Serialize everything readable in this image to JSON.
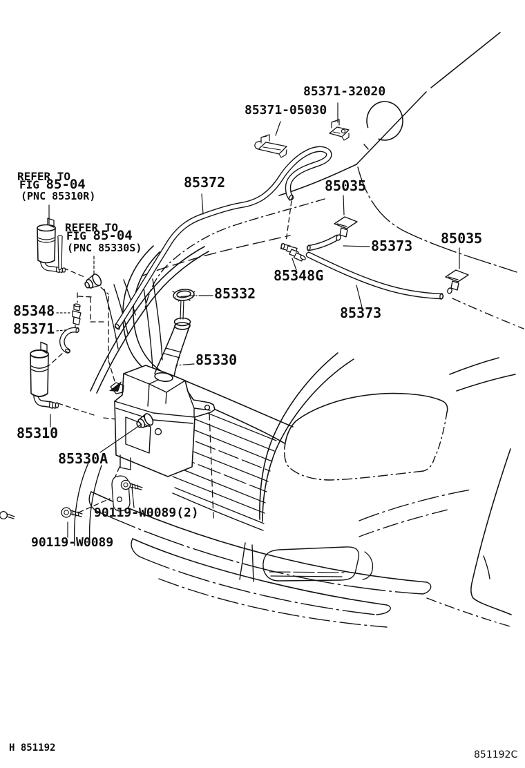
{
  "figure": {
    "title_code": "851192",
    "footer_left": "H 851192",
    "footer_right": "851192C",
    "ink_color": "#141414",
    "background_color": "#ffffff"
  },
  "callouts": [
    {
      "part": "85371-32020",
      "text": "85371-32020"
    },
    {
      "part": "85371-05030",
      "text": "85371-05030"
    },
    {
      "part": "85372",
      "text": "85372"
    },
    {
      "part": "85035",
      "text": "85035"
    },
    {
      "part": "85373",
      "text": "85373"
    },
    {
      "part": "85035",
      "text": "85035"
    },
    {
      "part": "85348G",
      "text": "85348G"
    },
    {
      "part": "85332",
      "text": "85332"
    },
    {
      "part": "85348",
      "text": "85348"
    },
    {
      "part": "85371",
      "text": "85371"
    },
    {
      "part": "85373",
      "text": "85373"
    },
    {
      "part": "85330",
      "text": "85330"
    },
    {
      "part": "85310",
      "text": "85310"
    },
    {
      "part": "85330A",
      "text": "85330A"
    },
    {
      "part": "90119-W0089(2)",
      "text": "90119-W0089(2)"
    },
    {
      "part": "90119-W0089",
      "text": "90119-W0089"
    }
  ],
  "notes": [
    {
      "line1": "REFER TO",
      "fig_prefix": "FIG",
      "fig": "85-04",
      "pnc": "(PNC 85310R)"
    },
    {
      "line1": "REFER TO",
      "fig_prefix": "FIG",
      "fig": "85-04",
      "pnc": "(PNC 85330S)"
    }
  ]
}
